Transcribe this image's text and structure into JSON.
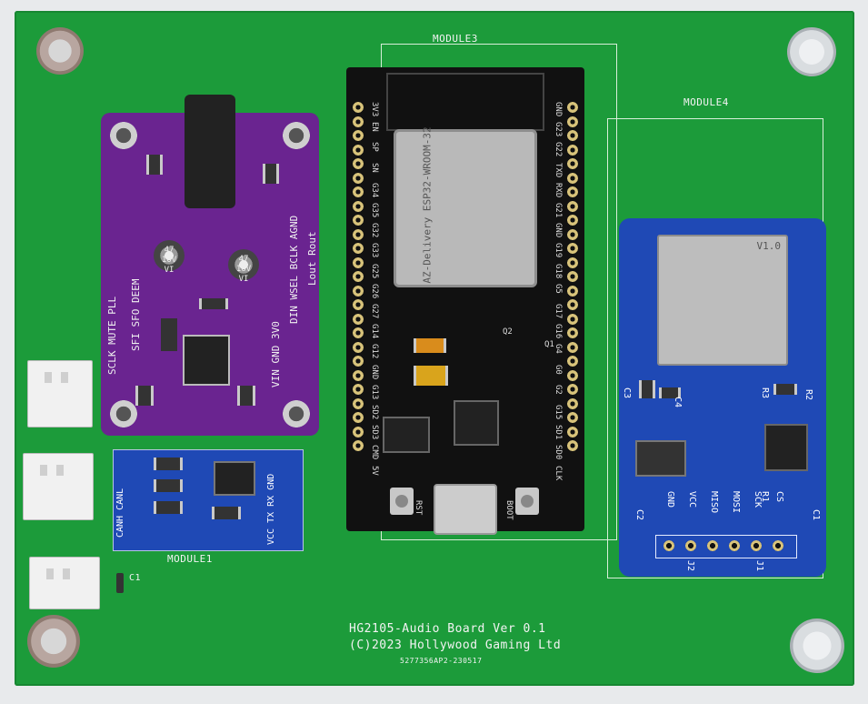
{
  "board": {
    "title_line1": "HG2105-Audio Board Ver 0.1",
    "title_line2": "(C)2023 Hollywood Gaming Ltd",
    "order_code": "5277356AP2-230517",
    "module1_label": "MODULE1",
    "module3_label": "MODULE3",
    "module4_label": "MODULE4",
    "c1_label": "C1",
    "j1_label": "1"
  },
  "dac_module": {
    "pins_left": "SCLK MUTE PLL",
    "pins_left2": "SFI  SFO  DEEM",
    "pins_right": "VIN GND 3V0",
    "pins_right2": "DIN WSEL BCLK AGND",
    "pins_right3": "Lout Rout",
    "cap_text": "47\n16V\nVI"
  },
  "can_module": {
    "left_text": "CANH CANL",
    "right_text": "VCC TX RX GND"
  },
  "esp_module": {
    "wroom_text": "AZ-Delivery ESP32-WROOM-32",
    "left_pins": [
      "3V3",
      "EN",
      "SP",
      "SN",
      "G34",
      "G35",
      "G32",
      "G33",
      "G25",
      "G26",
      "G27",
      "G14",
      "G12",
      "GND",
      "G13",
      "SD2",
      "SD3",
      "CMD",
      "5V"
    ],
    "right_pins": [
      "GND",
      "G23",
      "G22",
      "TXD",
      "RXD",
      "G21",
      "GND",
      "G19",
      "G18",
      "G5",
      "G17",
      "G16",
      "G4",
      "G0",
      "G2",
      "G15",
      "SD1",
      "SD0",
      "CLK"
    ],
    "rst_label": "RST",
    "boot_label": "BOOT",
    "q1_label": "Q1",
    "q2_label": "Q2"
  },
  "sd_module": {
    "slot_text": "V1.0",
    "pins": [
      "GND",
      "VCC",
      "MISO",
      "MOSI",
      "SCK",
      "CS"
    ],
    "j1": "J1",
    "j2": "J2",
    "c3": "C3",
    "c4": "C4",
    "r1": "R1",
    "r2": "R2",
    "r3": "R3",
    "c1": "C1",
    "c2": "C2"
  }
}
